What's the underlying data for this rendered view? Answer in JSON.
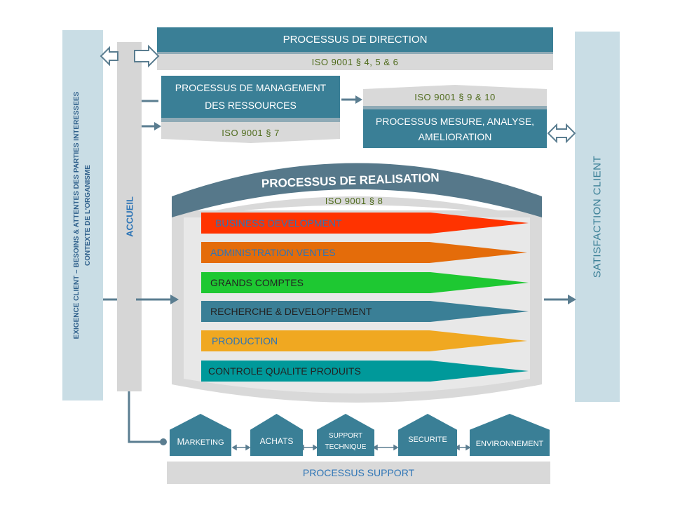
{
  "left_panel": {
    "line1": "EXIGENCE CLIENT – BESOINS & ATTENTES DES PARTIES INTERESSEES",
    "line2": "CONTEXTE DE L’ORGANISME"
  },
  "accueil": "ACCUEIL",
  "right_panel": "SATISFACTION CLIENT",
  "direction": {
    "title": "PROCESSUS DE DIRECTION",
    "iso": "ISO 9001 § 4, 5 & 6"
  },
  "management": {
    "title_line1": "PROCESSUS DE MANAGEMENT",
    "title_line2": "DES RESSOURCES",
    "iso": "ISO 9001 § 7"
  },
  "mesure": {
    "iso": "ISO 9001 § 9 & 10",
    "title_line1": "PROCESSUS MESURE, ANALYSE,",
    "title_line2": "AMELIORATION"
  },
  "realisation": {
    "title": "PROCESSUS DE REALISATION",
    "iso": "ISO 9001 § 8",
    "processes": [
      {
        "label": "BUSINESS DEVELOPMENT",
        "color": "#ff3300",
        "text_color": "#2e75b6"
      },
      {
        "label": "ADMINISTRATION VENTES",
        "color": "#e46c0a",
        "text_color": "#2e75b6"
      },
      {
        "label": "GRANDS COMPTES",
        "color": "#1ec832",
        "text_color": "#222222"
      },
      {
        "label": "RECHERCHE & DEVELOPPEMENT",
        "color": "#3a7f96",
        "text_color": "#222222"
      },
      {
        "label": "PRODUCTION",
        "color": "#f0a821",
        "text_color": "#2e75b6"
      },
      {
        "label": "CONTROLE QUALITE PRODUITS",
        "color": "#00999a",
        "text_color": "#222222"
      }
    ]
  },
  "support": {
    "items": [
      {
        "cap": "M",
        "rest": "ARKETING"
      },
      {
        "line1": "ACHATS"
      },
      {
        "line1": "SUPPORT",
        "line2": "TECHNIQUE"
      },
      {
        "line1": "SECURITE"
      },
      {
        "line1": "ENVIRONNEMENT"
      }
    ],
    "footer": "PROCESSUS SUPPORT"
  },
  "colors": {
    "teal": "#3a7f96",
    "dark_teal": "#56788a",
    "light_blue": "#c9dde5",
    "grey": "#d9d9d9",
    "arrow_grey": "#5a7d90",
    "iso_text": "#4f6b1c",
    "blue_text": "#2e75b6"
  }
}
